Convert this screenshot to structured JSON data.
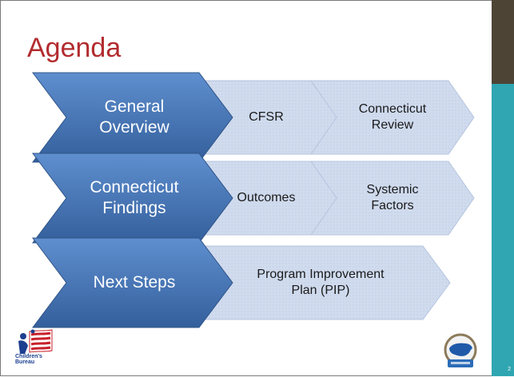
{
  "title": "Agenda",
  "rows": [
    {
      "main": "General\nOverview",
      "subs": [
        "CFSR",
        "Connecticut\nReview"
      ]
    },
    {
      "main": "Connecticut\nFindings",
      "subs": [
        "Outcomes",
        "Systemic\nFactors"
      ]
    },
    {
      "main": "Next Steps",
      "subs": [
        "Program Improvement\nPlan (PIP)"
      ]
    }
  ],
  "logos": {
    "left_text": "Children's\nBureau",
    "right_text": ""
  },
  "page_number": "2",
  "colors": {
    "title": "#b22b2e",
    "chevron_main": "#3f6fae",
    "chevron_sub": "#c7d3e8",
    "sidebar_brown": "#4e4436",
    "sidebar_teal": "#2fa6b1"
  }
}
